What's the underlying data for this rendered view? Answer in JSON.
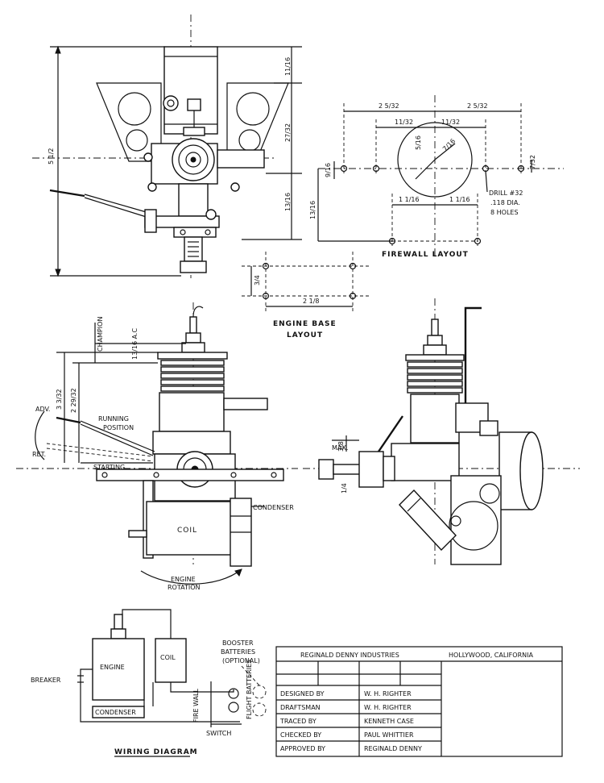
{
  "dimensions": {
    "five_half": "5 1/2",
    "eleven_sixteenths": "11/16",
    "twentyseven_32": "27/32",
    "thirteen_sixteenths": "13/16",
    "two_five_32": "2 5/32",
    "eleven_32": "11/32",
    "seven_16": "7/16",
    "five_16": "5/16",
    "nine_16": "9/16",
    "seven_32": "7/32",
    "one_one_16": "1 1/16",
    "three_fourths": "3/4",
    "two_one_eighth": "2 1/8",
    "three_three_32": "3 3/32",
    "two_twentynine_32": "2 29/32",
    "max": "MAX.",
    "three_8": "3/8",
    "one_4": "1/4"
  },
  "labels": {
    "drill": "DRILL #32",
    "drill_dia": ".118 DIA.",
    "drill_holes": "8 HOLES",
    "firewall_layout": "FIREWALL   LAYOUT",
    "engine_base": "ENGINE BASE",
    "engine_base_layout": "LAYOUT",
    "champion": "CHAMPION",
    "champion_sub": "13/16 A.C",
    "adv": "ADV.",
    "ret": "RET.",
    "running": "RUNNING",
    "position": "POSITION",
    "starting": "STARTING",
    "condenser": "CONDENSER",
    "coil": "COIL",
    "engine_rotation_1": "ENGINE",
    "engine_rotation_2": "ROTATION"
  },
  "wiring": {
    "engine": "ENGINE",
    "coil": "COIL",
    "breaker": "BREAKER",
    "condenser": "CONDENSER",
    "fire_wall": "FIRE WALL",
    "flight_batteries": "FLIGHT BATTERIES",
    "booster_1": "BOOSTER",
    "booster_2": "BATTERIES",
    "booster_3": "(OPTIONAL)",
    "switch": "SWITCH",
    "title": "WIRING DIAGRAM"
  },
  "title_block": {
    "company": "REGINALD DENNY INDUSTRIES",
    "location": "HOLLYWOOD, CALIFORNIA",
    "rows": [
      {
        "label": "DESIGNED  BY",
        "value": "W. H. RIGHTER"
      },
      {
        "label": "DRAFTSMAN",
        "value": "W. H. RIGHTER"
      },
      {
        "label": "TRACED  BY",
        "value": "KENNETH CASE"
      },
      {
        "label": "CHECKED  BY",
        "value": "PAUL WHITTIER"
      },
      {
        "label": "APPROVED  BY",
        "value": "REGINALD DENNY"
      }
    ]
  }
}
